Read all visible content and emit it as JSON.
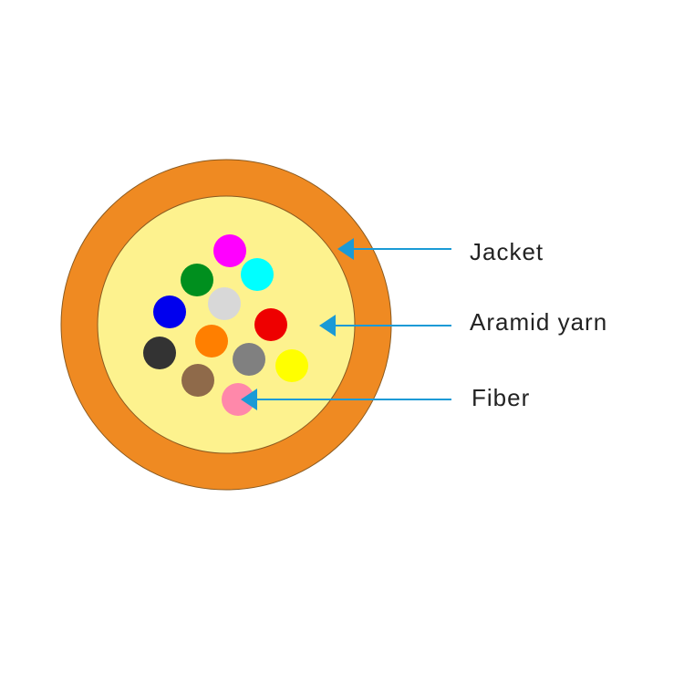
{
  "title": "Fiber optic cable cross-section",
  "labels": {
    "jacket": "Jacket",
    "aramid": "Aramid yarn",
    "fiber": "Fiber"
  },
  "colors": {
    "jacket": "#ef8a22",
    "aramid": "#fdf28e",
    "arrow": "#1a9ad6",
    "outline": "#8a5a20"
  },
  "fibers": [
    {
      "name": "magenta",
      "color": "#ff00ff"
    },
    {
      "name": "cyan",
      "color": "#00ffff"
    },
    {
      "name": "green",
      "color": "#008f1e"
    },
    {
      "name": "light-gray",
      "color": "#d8d8d8"
    },
    {
      "name": "blue",
      "color": "#0000ee"
    },
    {
      "name": "red",
      "color": "#ee0000"
    },
    {
      "name": "orange",
      "color": "#ff7f00"
    },
    {
      "name": "black",
      "color": "#333333"
    },
    {
      "name": "gray",
      "color": "#808080"
    },
    {
      "name": "yellow",
      "color": "#ffff00"
    },
    {
      "name": "brown",
      "color": "#8f6a4a"
    },
    {
      "name": "pink",
      "color": "#ff88aa"
    }
  ]
}
